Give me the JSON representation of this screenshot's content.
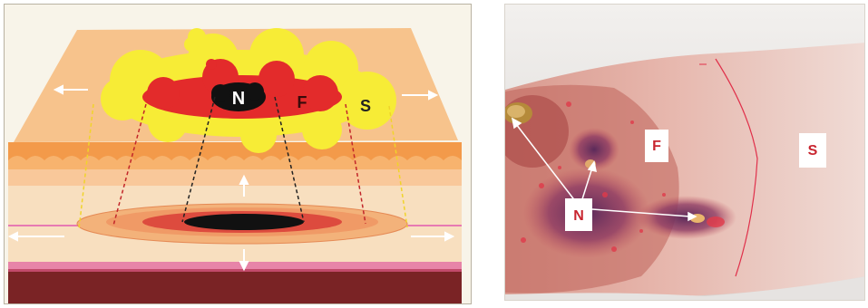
{
  "diagram": {
    "labels": {
      "necrosis": "N",
      "flare": "F",
      "spread": "S"
    }
  },
  "photo": {
    "labels": {
      "flare": "F",
      "spread": "S",
      "necrosis": "N"
    }
  },
  "colors": {
    "skin_surface": "#f7c38c",
    "spread_zone": "#f7ec36",
    "flare_zone": "#e32b2b",
    "necrosis_zone": "#000000",
    "muscle": "#7a2325",
    "dermis_band": "#f39a4a"
  }
}
